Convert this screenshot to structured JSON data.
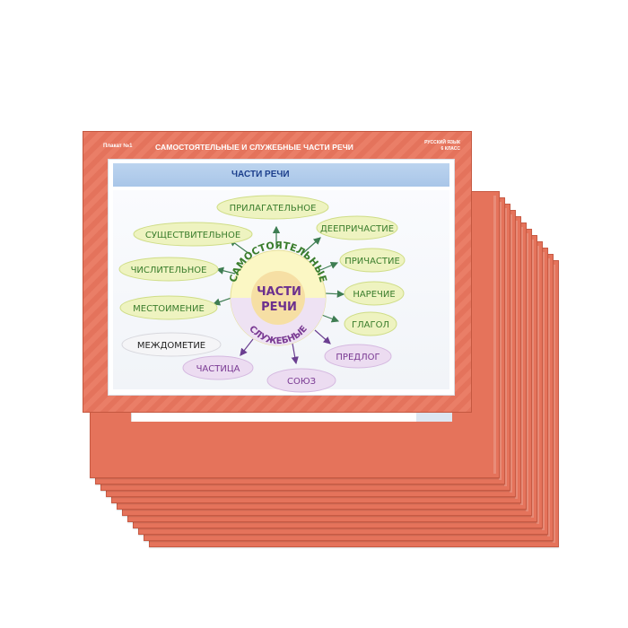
{
  "header": {
    "plakat": "Плакат №1",
    "title": "САМОСТОЯТЕЛЬНЫЕ И СЛУЖЕБНЫЕ ЧАСТИ РЕЧИ",
    "subject_line1": "РУССКИЙ ЯЗЫК",
    "subject_line2": "6 КЛАСС"
  },
  "panel_title": "ЧАСТИ РЕЧИ",
  "center": {
    "line1": "ЧАСТИ",
    "line2": "РЕЧИ",
    "arc_top": "САМОСТОЯТЕЛЬНЫЕ",
    "arc_bottom": "СЛУЖЕБНЫЕ"
  },
  "independent_parts": [
    "ПРИЛАГАТЕЛЬНОЕ",
    "ДЕЕПРИЧАСТИЕ",
    "ПРИЧАСТИЕ",
    "НАРЕЧИЕ",
    "ГЛАГОЛ",
    "СУЩЕСТВИТЕЛЬНОЕ",
    "ЧИСЛИТЕЛЬНОЕ",
    "МЕСТОИМЕНИЕ"
  ],
  "other_parts": [
    "МЕЖДОМЕТИЕ"
  ],
  "service_parts": [
    "ПРЕДЛОГ",
    "СОЮЗ",
    "ЧАСТИЦА"
  ],
  "colors": {
    "poster": "#e9765e",
    "independent_fill": "#eef3c0",
    "independent_text": "#3a7d2c",
    "service_fill": "#ecdcf1",
    "service_text": "#7a3a93",
    "title_text": "#1c3f8c"
  }
}
